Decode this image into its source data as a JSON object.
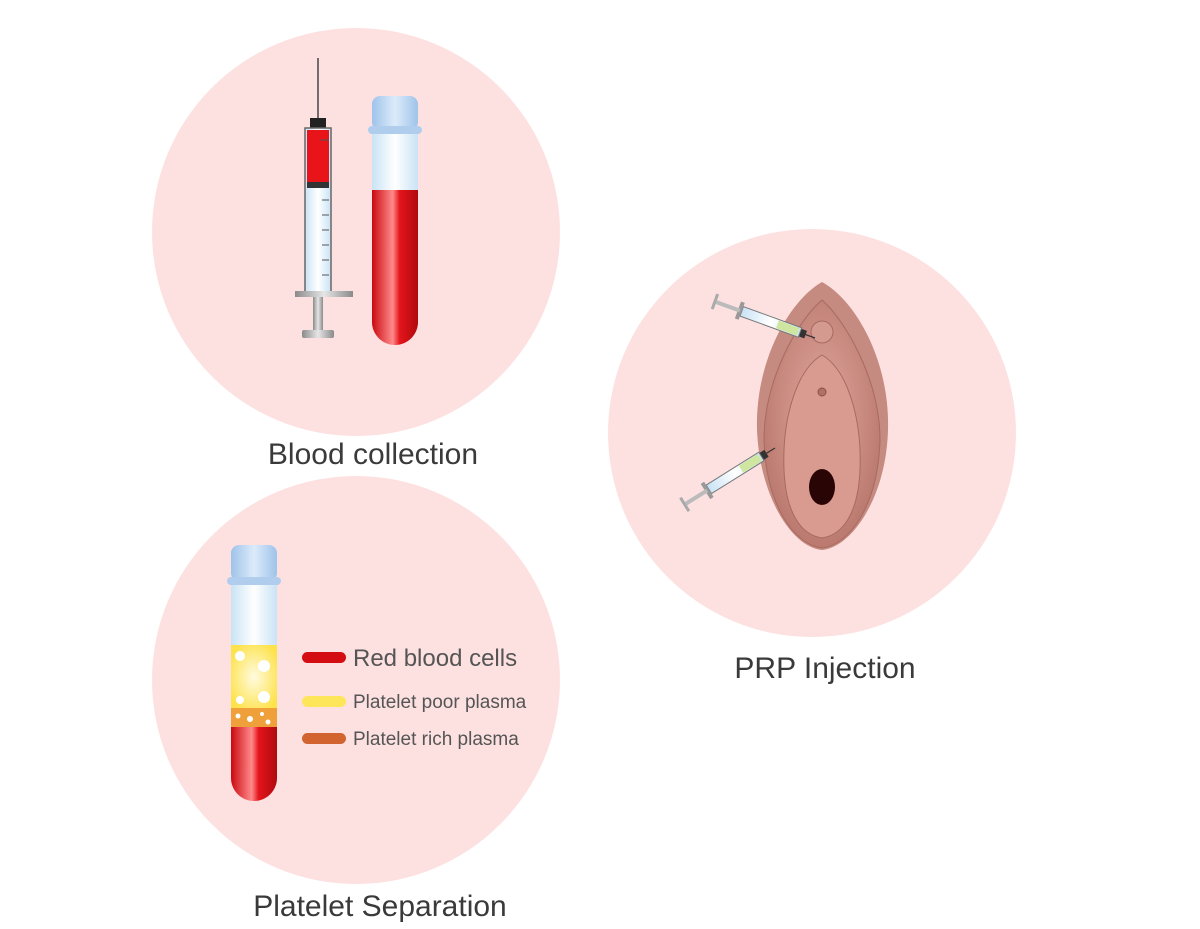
{
  "steps": [
    {
      "title": "Blood collection"
    },
    {
      "title": "Platelet Separation"
    },
    {
      "title": "PRP Injection"
    }
  ],
  "legend": [
    {
      "label": "Red blood cells",
      "color": "#d40d12"
    },
    {
      "label": "Platelet poor plasma",
      "color": "#fde65a"
    },
    {
      "label": "Platelet rich plasma",
      "color": "#d2642f"
    }
  ],
  "colors": {
    "circle": "#fde1e1",
    "blood": "#d40d12",
    "cap": "#bcd6f2",
    "skin": "#c98a80",
    "prp": "#cfe6a0"
  }
}
